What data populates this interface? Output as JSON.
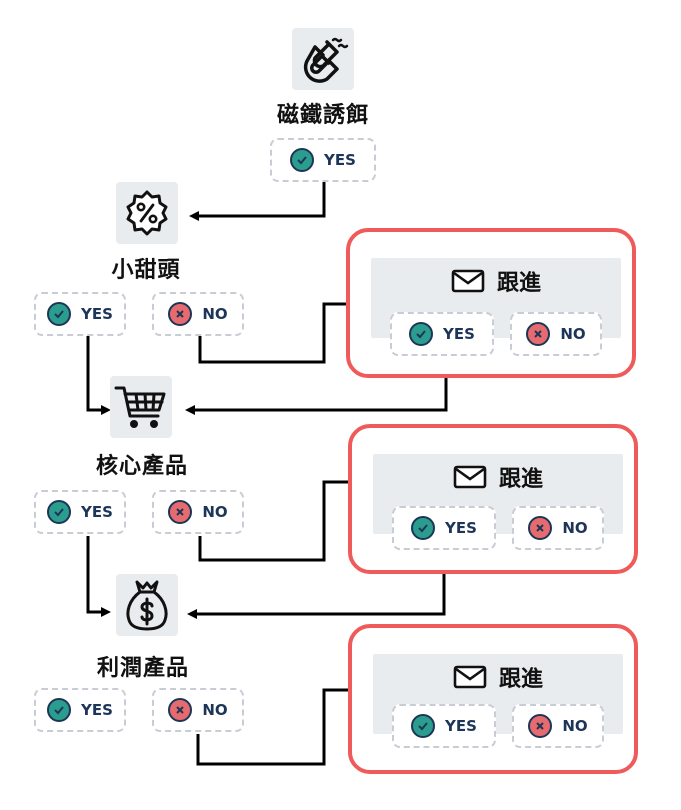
{
  "stages": [
    {
      "label": "磁鐵誘餌",
      "icon": "magnet-icon"
    },
    {
      "label": "小甜頭",
      "icon": "percent-badge-icon"
    },
    {
      "label": "核心產品",
      "icon": "shopping-cart-icon"
    },
    {
      "label": "利潤產品",
      "icon": "money-bag-icon"
    }
  ],
  "options": {
    "yes": "YES",
    "no": "NO"
  },
  "followup": {
    "title": "跟進",
    "icon": "envelope-icon"
  },
  "colors": {
    "accent_red": "#ef5b5b",
    "yes_green": "#2a9d8f",
    "no_red": "#e56b6f",
    "navy": "#1d3557",
    "panel_gray": "#e9ecef"
  }
}
